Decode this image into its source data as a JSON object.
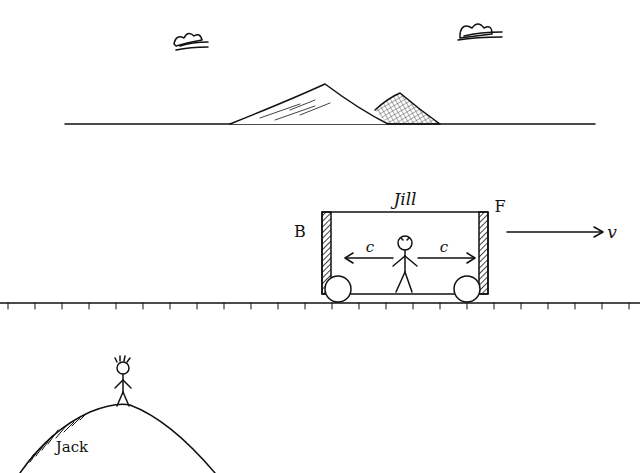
{
  "diagram": {
    "labels": [
      "Jill",
      "B",
      "F",
      "c",
      "c",
      "v",
      "Jack"
    ]
  }
}
